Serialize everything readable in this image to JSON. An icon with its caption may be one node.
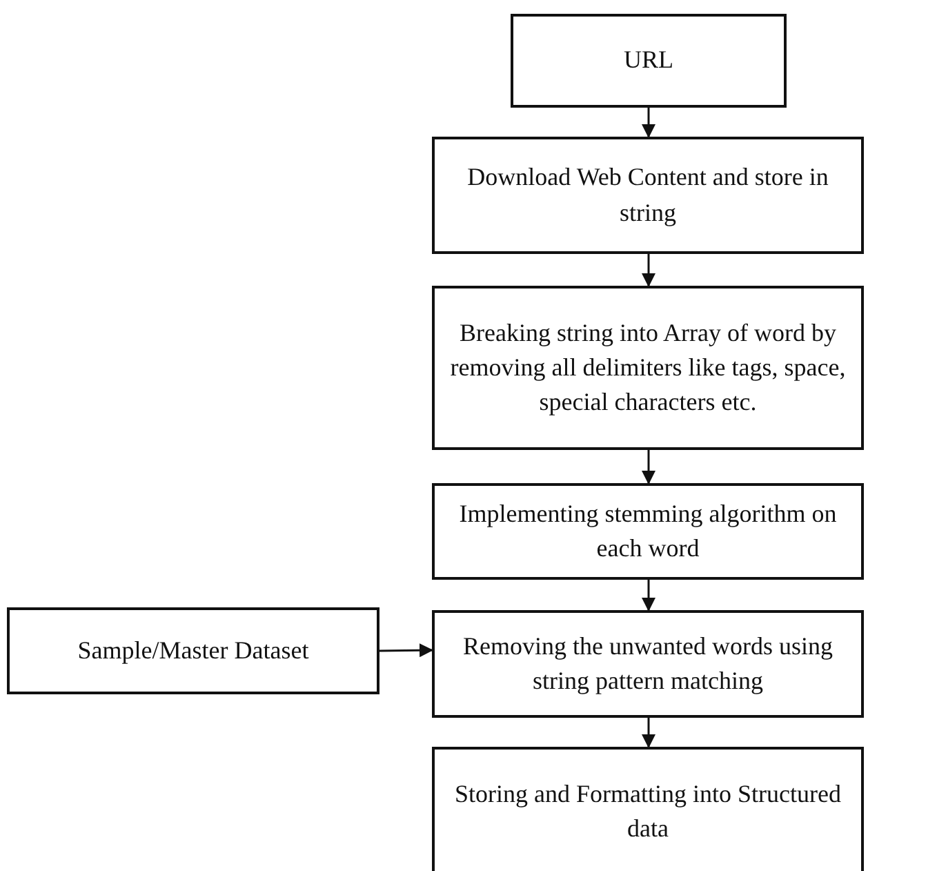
{
  "diagram": {
    "nodes": [
      {
        "text": [
          "URL"
        ]
      },
      {
        "text": [
          "Download Web Content and store in string"
        ]
      },
      {
        "text": [
          "Breaking string into Array of word by removing all delimiters like tags, space, special characters etc."
        ]
      },
      {
        "text": [
          "Implementing stemming algorithm on each word"
        ]
      },
      {
        "text": [
          "Sample/Master Dataset"
        ]
      },
      {
        "text": [
          "Removing the unwanted words using string pattern matching"
        ]
      },
      {
        "text": [
          "Storing and Formatting into Structured data"
        ]
      }
    ],
    "edges": [
      {
        "from": 0,
        "to": 1,
        "arrow": "to"
      },
      {
        "from": 1,
        "to": 2,
        "arrow": "to"
      },
      {
        "from": 2,
        "to": 3,
        "arrow": "to"
      },
      {
        "from": 3,
        "to": 5,
        "arrow": "to"
      },
      {
        "from": 4,
        "to": 5,
        "arrow": "to"
      },
      {
        "from": 5,
        "to": 6,
        "arrow": "to"
      }
    ]
  }
}
